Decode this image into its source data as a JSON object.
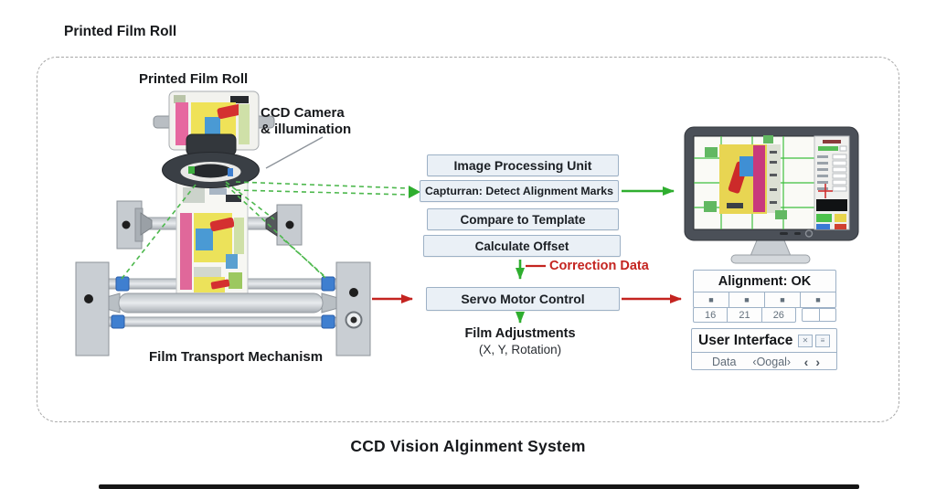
{
  "page_title": "CCD Vision Alginment System",
  "labels": {
    "outer_film_roll": "Printed Film Roll",
    "film_roll": "Printed Film Roll",
    "camera_line1": "CCD Camera",
    "camera_line2": "& illumination",
    "transport": "Film Transport Mechanism",
    "film_adjustments": "Film Adjustments",
    "film_adjustments_detail": "(X, Y, Rotation)",
    "correction_data": "Correction Data"
  },
  "process_boxes": {
    "image_processing": "Image Processing Unit",
    "capture": "Capturran: Detect Alignment Marks",
    "compare": "Compare to Template",
    "offset": "Calculate Offset",
    "servo": "Servo Motor Control"
  },
  "status_panel": {
    "header": "Alignment: OK",
    "indicators": [
      "■",
      "■",
      "■",
      "■"
    ],
    "values": [
      "16",
      "21",
      "26"
    ]
  },
  "ui_panel": {
    "header": "User Interface",
    "icon_a": "✕",
    "icon_b": "≡",
    "data_label": "Data",
    "data_value": "‹Oogal›",
    "prev": "‹",
    "next": "›"
  },
  "colors": {
    "green_arrow": "#2fae2f",
    "green_dashed": "#4db84d",
    "red_arrow": "#c42420",
    "box_fill": "#eaf0f6",
    "box_border": "#9db1c6"
  }
}
